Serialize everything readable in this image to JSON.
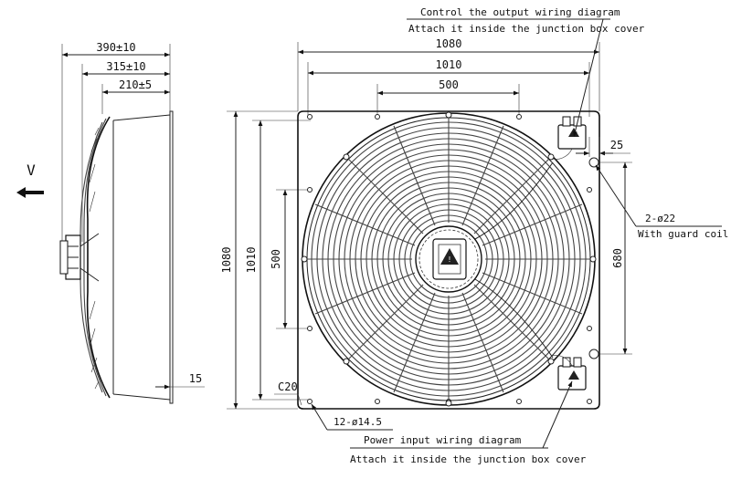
{
  "side_view": {
    "dim_overall": "390±10",
    "dim_mid": "315±10",
    "dim_inner": "210±5",
    "dim_lip": "15",
    "airflow_label": "V"
  },
  "front_view": {
    "width_outer": "1080",
    "width_holes": "1010",
    "width_inner": "500",
    "height_outer": "1080",
    "height_holes": "1010",
    "height_inner": "500",
    "right_span": "680",
    "right_offset": "25",
    "corner_label": "C20"
  },
  "notes": {
    "control_title": "Control the output wiring diagram",
    "control_sub": "Attach it inside the junction box cover",
    "guard_holes": "2-ø22",
    "guard_sub": "With guard coil",
    "mount_holes": "12-ø14.5",
    "power_title": "Power input wiring diagram",
    "power_sub": "Attach it inside the junction box cover"
  }
}
